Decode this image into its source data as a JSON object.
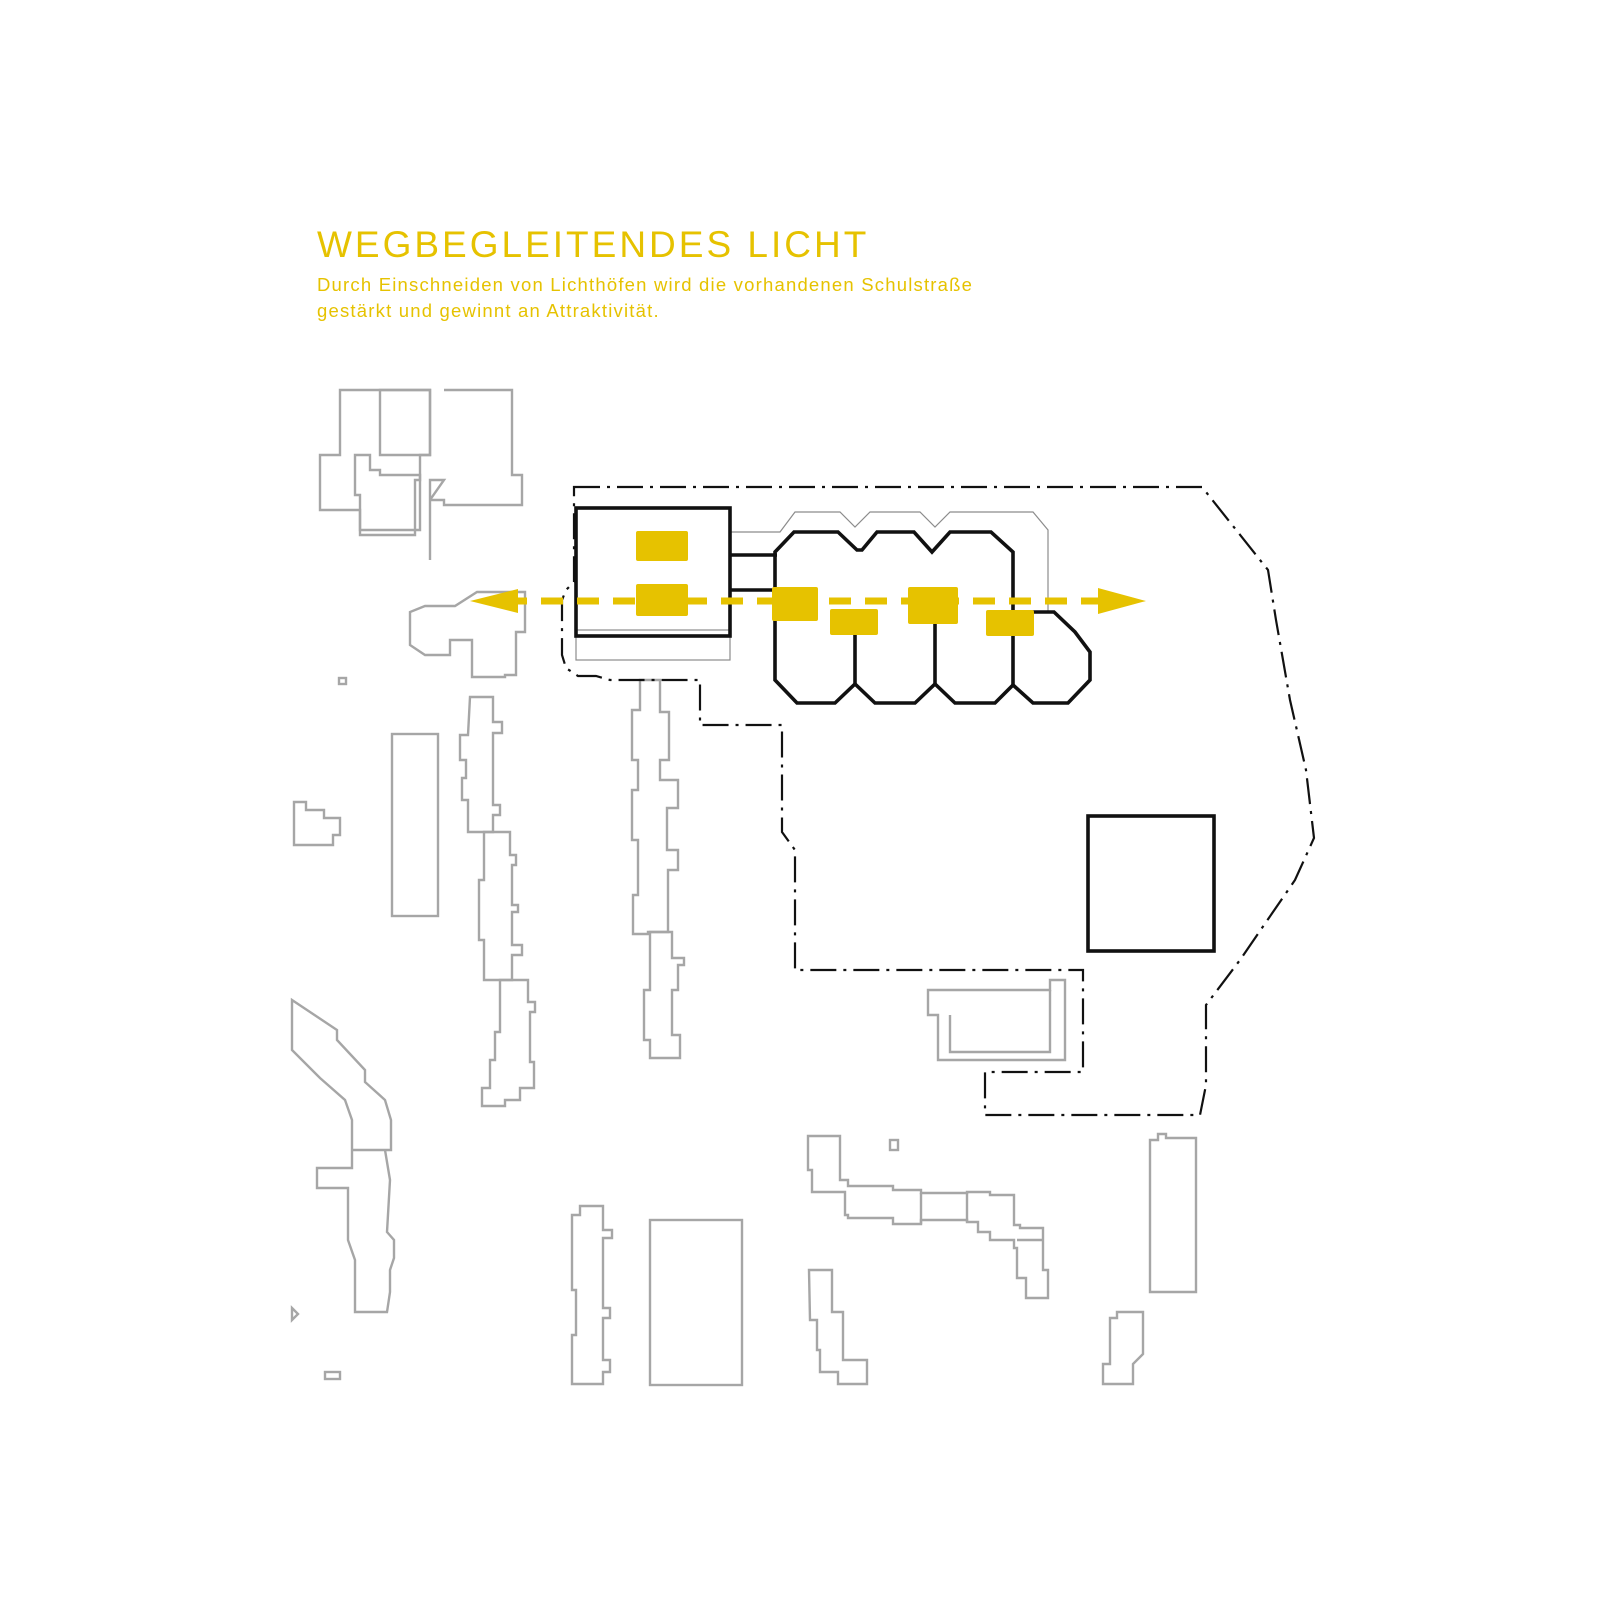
{
  "heading": {
    "title": "WEGBEGLEITENDES LICHT",
    "subtitle_lines": [
      "Durch Einschneiden von Lichthöfen wird die vorhandenen Schulstraße",
      "gestärkt und gewinnt an Attraktivität."
    ]
  },
  "colors": {
    "accent": "#e6c200",
    "building": "#111111",
    "neighbor": "#a6a6a6",
    "background": "#ffffff"
  },
  "legend_icons": {
    "path_arrow": "double-headed-arrow-icon"
  }
}
